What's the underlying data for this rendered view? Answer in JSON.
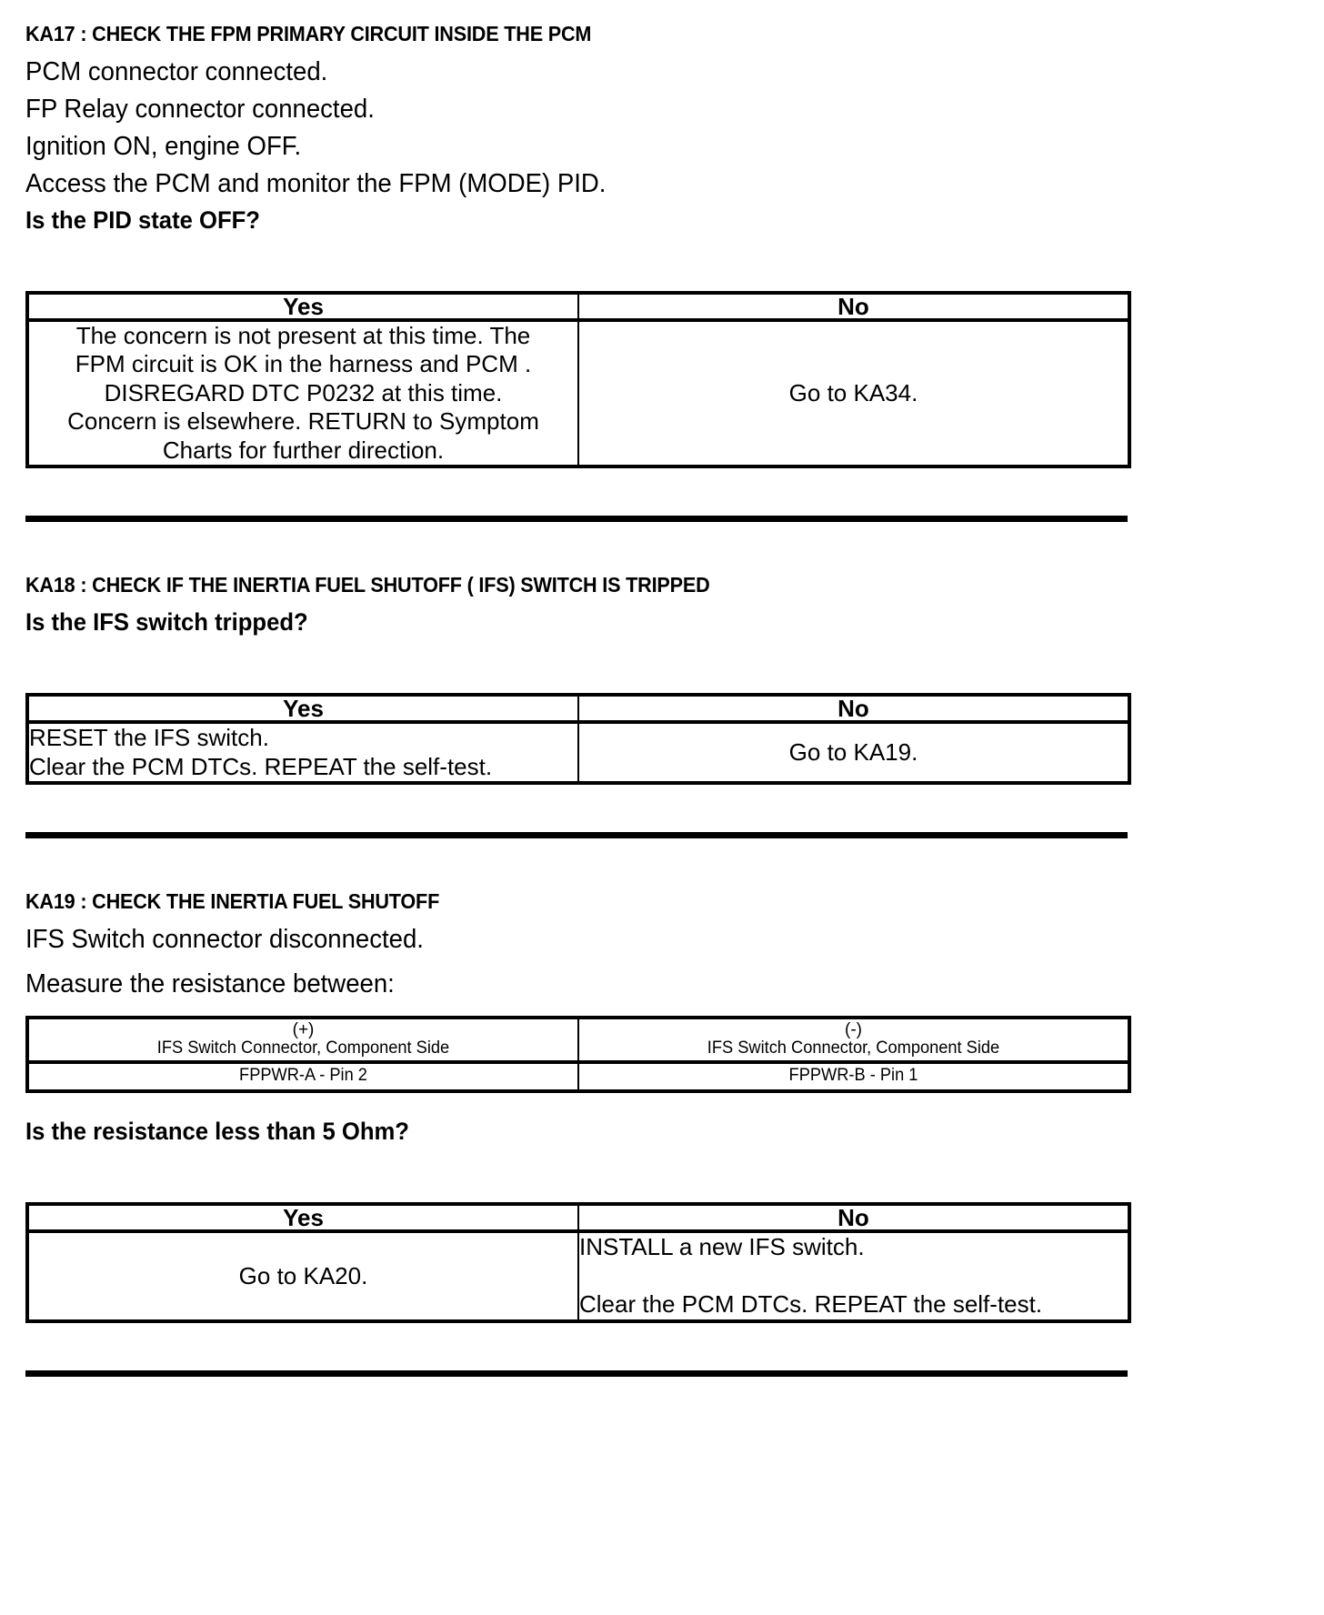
{
  "document": {
    "type": "pinpoint-test-chart"
  },
  "sections": [
    {
      "id": "KA17",
      "title": "KA17 : CHECK THE FPM PRIMARY CIRCUIT INSIDE THE PCM",
      "body_lines": [
        "PCM connector connected.",
        "FP Relay connector connected.",
        "Ignition ON, engine OFF.",
        "Access the PCM and monitor the  FPM (MODE) PID."
      ],
      "question": "Is the PID state OFF?",
      "table": {
        "headers": {
          "yes": "Yes",
          "no": "No"
        },
        "yes_lines": [
          "The concern is not present at this time. The",
          "FPM circuit is OK in the harness and PCM .",
          "DISREGARD DTC P0232 at this time.",
          "Concern is elsewhere. RETURN to Symptom",
          "Charts for further direction."
        ],
        "no_lines": [
          "Go to KA34."
        ]
      }
    },
    {
      "id": "KA18",
      "title": "KA18 : CHECK IF THE INERTIA FUEL SHUTOFF ( IFS) SWITCH IS TRIPPED",
      "body_lines": [],
      "question": "Is the IFS switch tripped?",
      "table": {
        "headers": {
          "yes": "Yes",
          "no": "No"
        },
        "yes_lines": [
          "RESET the IFS switch.",
          "Clear the PCM DTCs. REPEAT the self-test."
        ],
        "no_lines": [
          "Go to KA19."
        ]
      }
    },
    {
      "id": "KA19",
      "title": "KA19 : CHECK THE INERTIA FUEL SHUTOFF",
      "body_lines": [
        "IFS Switch connector disconnected.",
        "Measure the resistance between:"
      ],
      "measurement_table": {
        "positive": {
          "polarity": "(+)",
          "connector": "IFS Switch Connector, Component Side",
          "pin": "FPPWR-A - Pin 2"
        },
        "negative": {
          "polarity": "(-)",
          "connector": "IFS Switch Connector, Component Side",
          "pin": "FPPWR-B - Pin 1"
        }
      },
      "question": "Is the resistance less than 5 Ohm?",
      "table": {
        "headers": {
          "yes": "Yes",
          "no": "No"
        },
        "yes_lines": [
          "Go to KA20."
        ],
        "no_lines": [
          "INSTALL a new IFS switch.",
          "",
          "Clear the PCM DTCs. REPEAT the self-test."
        ]
      }
    }
  ]
}
